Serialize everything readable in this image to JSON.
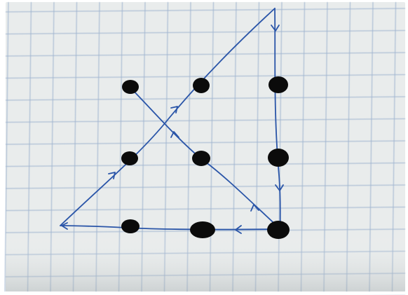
{
  "photo": {
    "subject": "nine-dots-puzzle-solution-sketch",
    "paper_color": "#e9ecec",
    "grid_color": "#9fb4cf",
    "ink_color": "#2a55a8",
    "dot_color": "#0b0b0b"
  },
  "dots": [
    {
      "id": "top-left",
      "row": 1,
      "col": 1
    },
    {
      "id": "top-middle",
      "row": 1,
      "col": 2
    },
    {
      "id": "top-right",
      "row": 1,
      "col": 3
    },
    {
      "id": "middle-left",
      "row": 2,
      "col": 1
    },
    {
      "id": "center",
      "row": 2,
      "col": 2
    },
    {
      "id": "middle-right",
      "row": 2,
      "col": 3
    },
    {
      "id": "bottom-left",
      "row": 3,
      "col": 1
    },
    {
      "id": "bottom-middle",
      "row": 3,
      "col": 2
    },
    {
      "id": "bottom-right",
      "row": 3,
      "col": 3
    }
  ],
  "path": {
    "stroke_count": 4,
    "sequence": [
      "apex",
      "bottom-right",
      "beyond-left",
      "apex-via-left-diagonal",
      "top-left"
    ],
    "arrow_icons": [
      "down-arrow-icon",
      "down-arrow-icon",
      "left-arrow-icon",
      "left-arrow-icon",
      "up-left-arrow-icon",
      "up-right-arrow-icon",
      "up-right-arrow-icon"
    ]
  }
}
